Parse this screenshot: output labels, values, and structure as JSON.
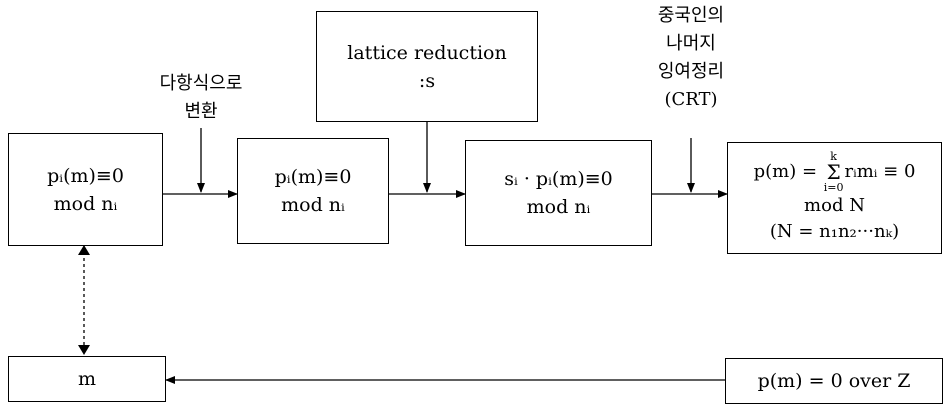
{
  "labels": {
    "to_polynomial": [
      "다항식으로",
      "변환"
    ],
    "crt": [
      "중국인의",
      "나머지",
      "잉여정리",
      "(CRT)"
    ]
  },
  "boxes": {
    "box1": {
      "line1": "pᵢ(m)≡0",
      "line2": "mod nᵢ"
    },
    "box2": {
      "line1": "pᵢ(m)≡0",
      "line2": "mod nᵢ"
    },
    "lattice": {
      "line1": "lattice reduction",
      "line2": ":s"
    },
    "box3": {
      "line1": "sᵢ · pᵢ(m)≡0",
      "line2": "mod nᵢ"
    },
    "box4": {
      "lhs": "p(m) = ",
      "sum_top": "k",
      "sum_sigma": "Σ",
      "sum_bottom": "i=0",
      "rhs": "rᵢmᵢ ≡ 0",
      "line2": "mod N",
      "line3": "(N = n₁n₂···nₖ)"
    },
    "m_box": {
      "text": "m"
    },
    "over_z": {
      "text": "p(m) = 0 over Z"
    }
  }
}
